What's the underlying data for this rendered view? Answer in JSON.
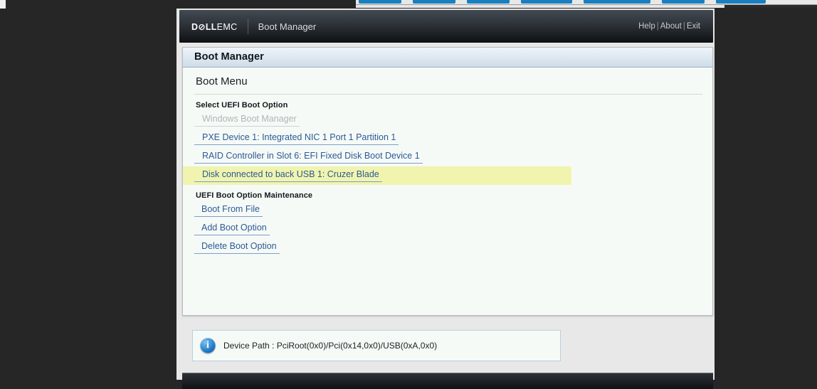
{
  "window": {
    "vendor_logo_primary": "D⊘LL",
    "vendor_logo_secondary": "EMC",
    "app_title": "Boot Manager",
    "links": [
      {
        "label": "Help",
        "name": "help-link"
      },
      {
        "label": "About",
        "name": "about-link"
      },
      {
        "label": "Exit",
        "name": "exit-link"
      }
    ],
    "link_separator": "|"
  },
  "panel": {
    "title": "Boot Manager",
    "menu_heading": "Boot Menu",
    "sections": [
      {
        "heading": "Select UEFI Boot Option",
        "items": [
          {
            "label": "Windows Boot Manager",
            "state": "disabled",
            "selected": false
          },
          {
            "label": "PXE Device 1: Integrated NIC 1 Port 1 Partition 1",
            "state": "enabled",
            "selected": false
          },
          {
            "label": "RAID Controller in Slot 6: EFI Fixed Disk Boot Device 1",
            "state": "enabled",
            "selected": false
          },
          {
            "label": "Disk connected to back USB 1: Cruzer Blade",
            "state": "enabled",
            "selected": true
          }
        ]
      },
      {
        "heading": "UEFI Boot Option Maintenance",
        "items": [
          {
            "label": "Boot From File",
            "state": "enabled",
            "selected": false
          },
          {
            "label": "Add Boot Option",
            "state": "enabled",
            "selected": false
          },
          {
            "label": "Delete Boot Option",
            "state": "enabled",
            "selected": false
          }
        ]
      }
    ]
  },
  "info_panel": {
    "icon": "info-icon",
    "label": "Device Path :",
    "value": "PciRoot(0x0)/Pci(0x14,0x0)/USB(0xA,0x0)",
    "text": "Device Path : PciRoot(0x0)/Pci(0x14,0x0)/USB(0xA,0x0)"
  },
  "colors": {
    "link": "#2b5a96",
    "selection_highlight": "#f0f4ae",
    "disabled_text": "#b0b4b8",
    "panel_background": "#f6faf7",
    "header_dark": "#1d2024"
  }
}
